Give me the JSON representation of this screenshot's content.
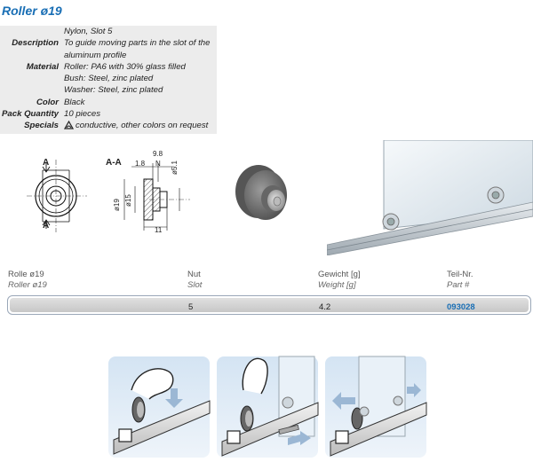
{
  "title": "Roller ø19",
  "spec": {
    "subtitle": [
      "Nylon, Slot 5"
    ],
    "rows": [
      {
        "key": "Description",
        "lines": [
          "To guide moving parts in the slot of the",
          "aluminum profile"
        ]
      },
      {
        "key": "Material",
        "lines": [
          "Roller: PA6 with 30% glass filled",
          "Bush: Steel, zinc plated",
          "Washer: Steel, zinc plated"
        ]
      },
      {
        "key": "Color",
        "lines": [
          "Black"
        ]
      },
      {
        "key": "Pack Quantity",
        "lines": [
          "10 pieces"
        ]
      },
      {
        "key": "Specials",
        "lines": [
          "conductive, other colors on request"
        ]
      }
    ]
  },
  "drawing": {
    "label_a_top": "A",
    "label_a_bottom": "A",
    "section_label": "A-A",
    "dim_9_8": "9.8",
    "dim_1_8": "1.8",
    "dim_n": "N",
    "dim_5_1": "ø5.1",
    "dim_19": "ø19",
    "dim_15": "ø15",
    "dim_11": "11"
  },
  "table": {
    "headers": [
      {
        "de": "Rolle ø19",
        "en": "Roller ø19"
      },
      {
        "de": "Nut",
        "en": "Slot"
      },
      {
        "de": "Gewicht [g]",
        "en": "Weight [g]"
      },
      {
        "de": "Teil-Nr.",
        "en": "Part #"
      }
    ],
    "row": {
      "slot": "5",
      "weight": "4.2",
      "part": "093028"
    }
  },
  "colors": {
    "accent": "#1a6fb5",
    "table_border": "#9aa7b8"
  }
}
